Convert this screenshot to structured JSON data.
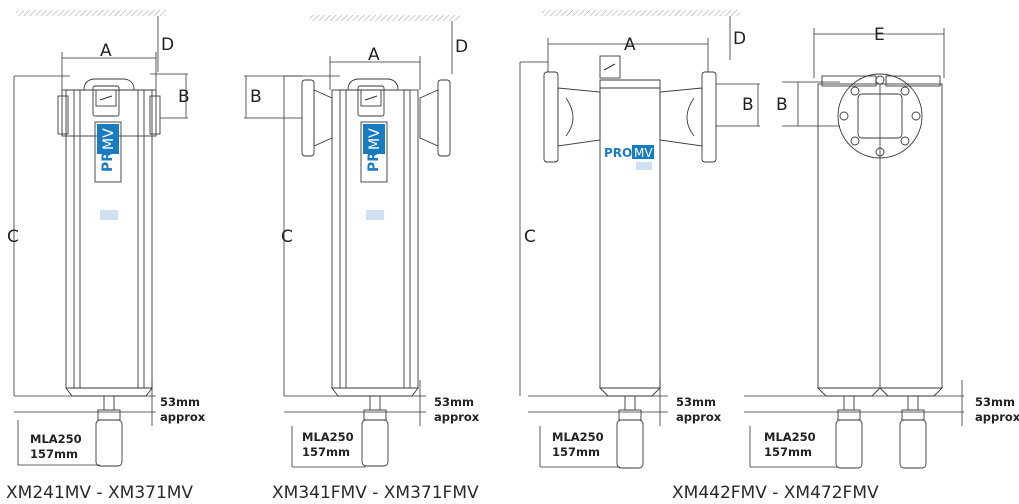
{
  "figures": [
    {
      "caption": "XM241MV - XM371MV",
      "dims": {
        "a": "A",
        "b": "B",
        "c": "C",
        "d": "D"
      },
      "drain_gap": "53mm approx",
      "drain_gap_lines": [
        "53mm",
        "approx"
      ],
      "drain_lines": [
        "MLA250",
        "157mm"
      ],
      "brand": {
        "pro": "PRO",
        "mv": "MV"
      }
    },
    {
      "caption": "XM341FMV - XM371FMV",
      "dims": {
        "a": "A",
        "b": "B",
        "c": "C",
        "d": "D"
      },
      "drain_gap_lines": [
        "53mm",
        "approx"
      ],
      "drain_lines": [
        "MLA250",
        "157mm"
      ],
      "brand": {
        "pro": "PRO",
        "mv": "MV"
      }
    },
    {
      "caption": "XM442FMV - XM472FMV",
      "dims": {
        "a": "A",
        "b": "B",
        "c": "C",
        "d": "D",
        "e": "E",
        "b2": "B"
      },
      "drain_gap_lines": [
        "53mm",
        "approx"
      ],
      "drain_lines": [
        "MLA250",
        "157mm"
      ],
      "side_drain_gap_lines": [
        "53mm",
        "approx"
      ],
      "side_drain_lines": [
        "MLA250",
        "157mm"
      ],
      "brand": {
        "pro": "PRO",
        "mv": "MV"
      }
    }
  ],
  "colors": {
    "brand_blue": "#1a7cc0",
    "line": "#333333",
    "body_fill": "#ffffff"
  }
}
